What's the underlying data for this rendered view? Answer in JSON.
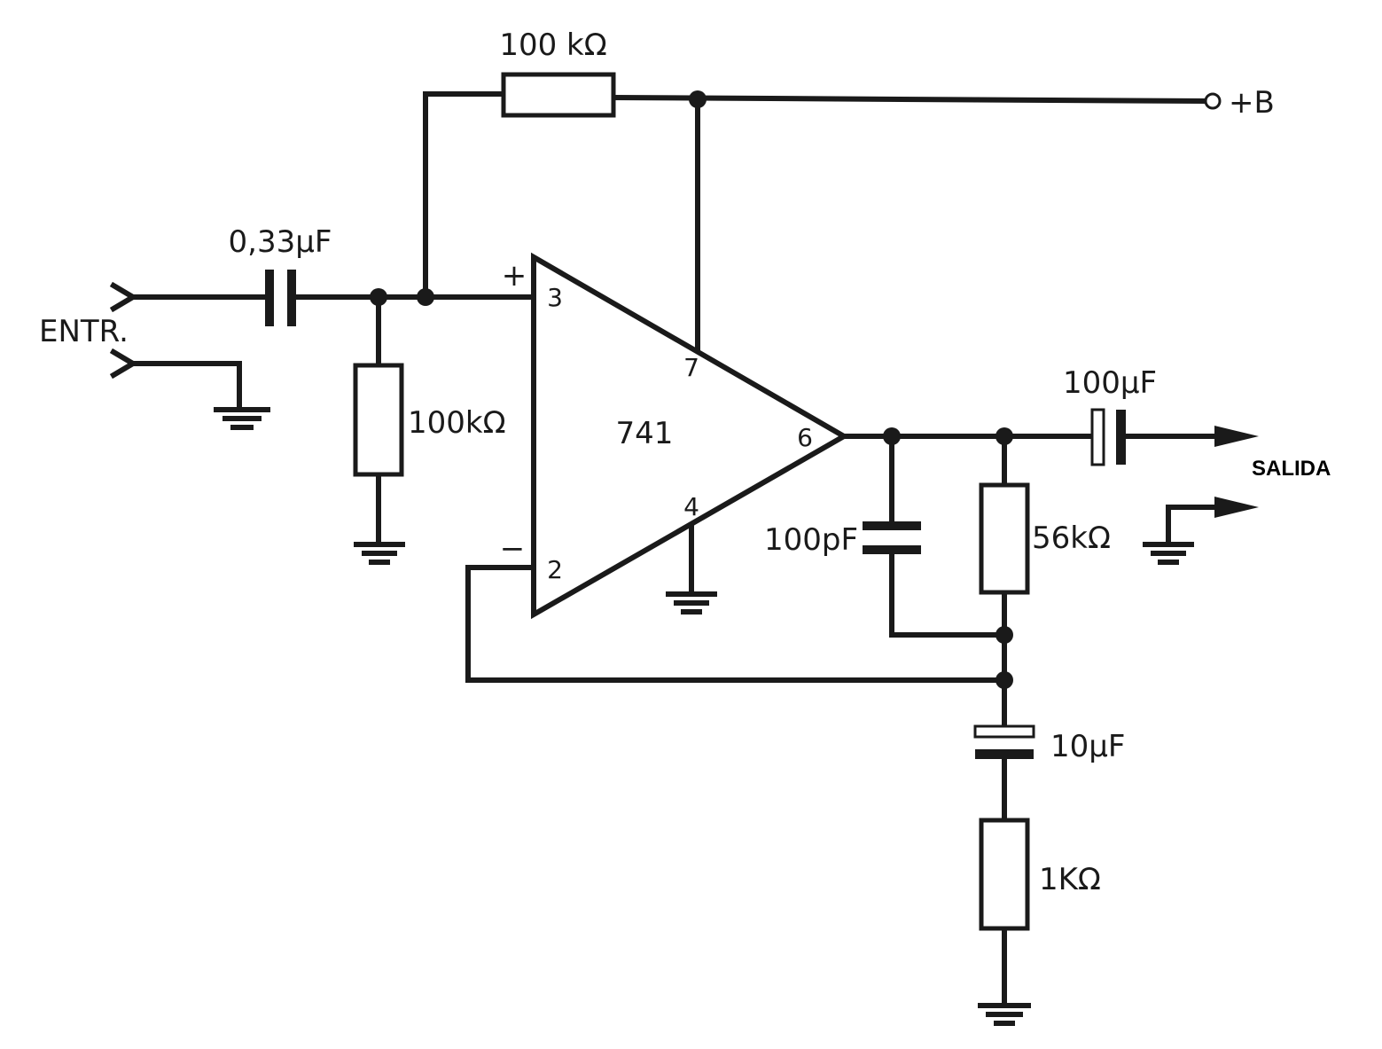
{
  "labels": {
    "r_feedback_top": "100 kΩ",
    "supply": "+B",
    "c_input": "0,33µF",
    "input": "ENTR.",
    "r_input_bias": "100kΩ",
    "opamp": "741",
    "plus": "+",
    "minus": "−",
    "pin3": "3",
    "pin2": "2",
    "pin7": "7",
    "pin4": "4",
    "pin6": "6",
    "c_output": "100µF",
    "output": "SALIDA",
    "c_comp": "100pF",
    "r_fb": "56kΩ",
    "c_bypass": "10µF",
    "r_gain": "1KΩ"
  }
}
